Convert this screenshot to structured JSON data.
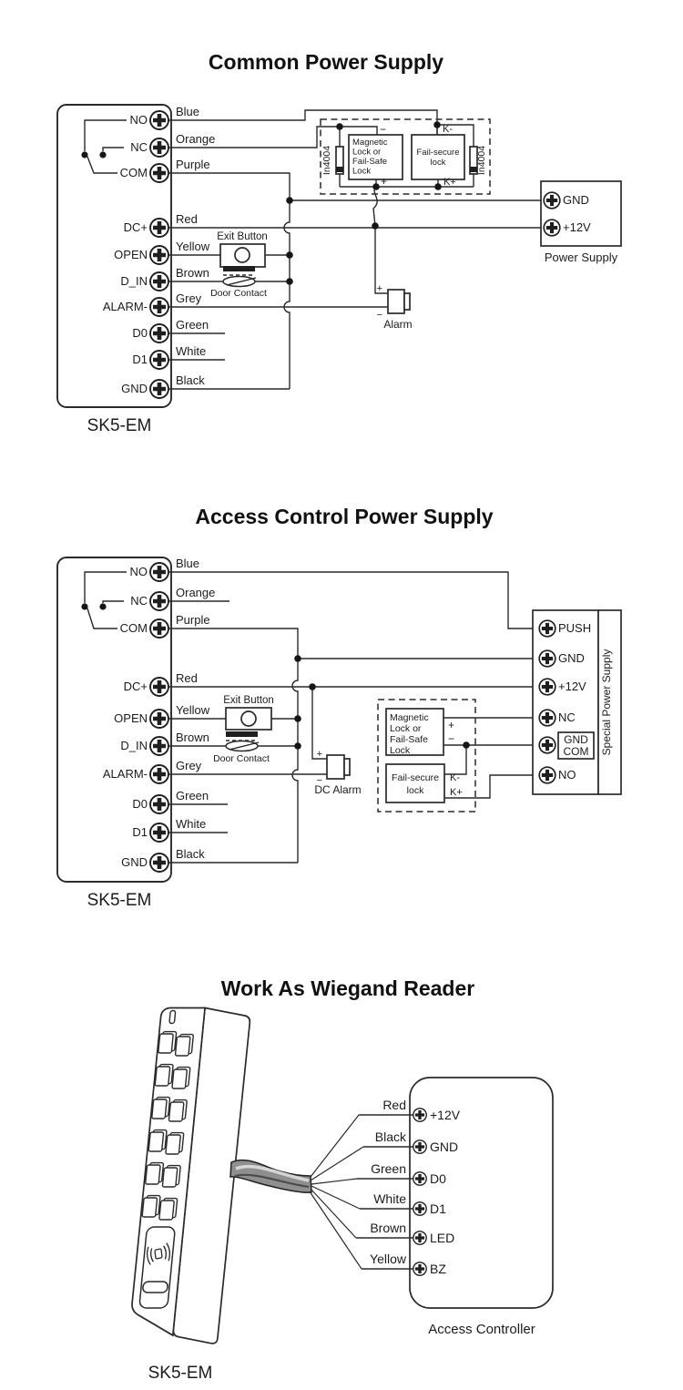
{
  "shared": {
    "device_label": "SK5-EM",
    "terminals": [
      "NO",
      "NC",
      "COM",
      "DC+",
      "OPEN",
      "D_IN",
      "ALARM-",
      "D0",
      "D1",
      "GND"
    ],
    "wire_colors": [
      "Blue",
      "Orange",
      "Purple",
      "Red",
      "Yellow",
      "Brown",
      "Grey",
      "Green",
      "White",
      "Black"
    ],
    "exit_button": "Exit Button",
    "door_contact": "Door Contact",
    "diode": "In4004",
    "magnetic_lock_lines": [
      "Magnetic",
      "Lock or",
      "Fail-Safe",
      "Lock"
    ],
    "fail_secure_lines": [
      "Fail-secure",
      "lock"
    ],
    "plus": "+",
    "minus": "−",
    "k_minus": "K-",
    "k_plus": "K+"
  },
  "diagram1": {
    "title": "Common Power Supply",
    "alarm": "Alarm",
    "ps_label": "Power Supply",
    "ps_gnd": "GND",
    "ps_12v": "+12V"
  },
  "diagram2": {
    "title": "Access Control Power Supply",
    "alarm": "DC Alarm",
    "ps_label": "Special Power Supply",
    "ps_push": "PUSH",
    "ps_gnd": "GND",
    "ps_12v": "+12V",
    "ps_nc": "NC",
    "ps_gnd2": "GND",
    "ps_com": "COM",
    "ps_no": "NO"
  },
  "diagram3": {
    "title": "Work As Wiegand Reader",
    "wires": [
      "Red",
      "Black",
      "Green",
      "White",
      "Brown",
      "Yellow"
    ],
    "controller_label": "Access Controller",
    "controller_terminals": [
      "+12V",
      "GND",
      "D0",
      "D1",
      "LED",
      "BZ"
    ],
    "device_label": "SK5-EM"
  }
}
